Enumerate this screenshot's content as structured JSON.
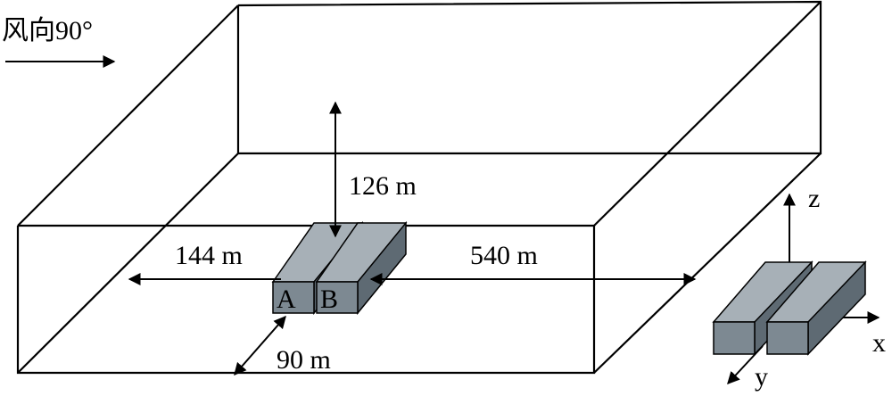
{
  "wind": {
    "label": "风向90°"
  },
  "dimensions": {
    "height": "126 m",
    "upstream": "144 m",
    "downstream": "540 m",
    "lateral": "90 m"
  },
  "buildings": {
    "a_label": "A",
    "b_label": "B"
  },
  "axes": {
    "x": "x",
    "y": "y",
    "z": "z"
  },
  "colors": {
    "building_front": "#7d8992",
    "building_side": "#5e6a73",
    "building_top": "#a7b0b7",
    "line": "#000000"
  }
}
